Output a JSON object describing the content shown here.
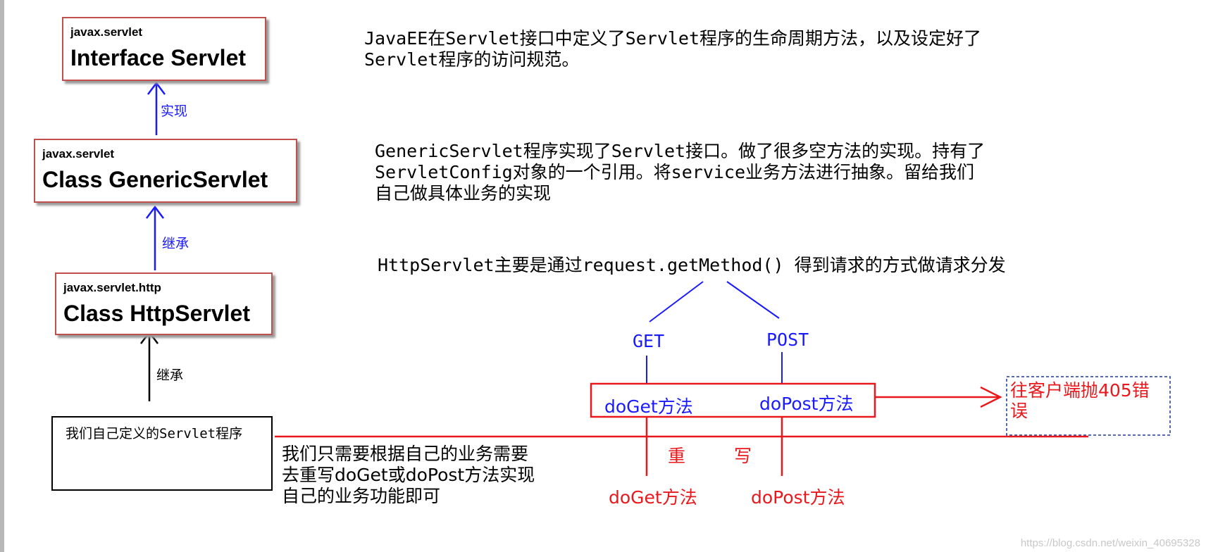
{
  "boxes": {
    "servlet": {
      "package": "javax.servlet",
      "name": "Interface Servlet"
    },
    "generic": {
      "package": "javax.servlet",
      "name": "Class GenericServlet"
    },
    "http": {
      "package": "javax.servlet.http",
      "name": "Class HttpServlet"
    },
    "custom": {
      "text": "我们自己定义的Servlet程序"
    }
  },
  "arrows": {
    "implement": "实现",
    "inherit1": "继承",
    "inherit2": "继承"
  },
  "descriptions": {
    "servlet": "JavaEE在Servlet接口中定义了Servlet程序的生命周期方法，以及设定好了\nServlet程序的访问规范。",
    "generic": "GenericServlet程序实现了Servlet接口。做了很多空方法的实现。持有了\nServletConfig对象的一个引用。将service业务方法进行抽象。留给我们\n自己做具体业务的实现",
    "http": "HttpServlet主要是通过request.getMethod() 得到请求的方式做请求分发",
    "custom": "我们只需要根据自己的业务需要\n去重写doGet或doPost方法实现\n自己的业务功能即可"
  },
  "methods": {
    "get": "GET",
    "post": "POST",
    "doget_box": "doGet方法",
    "dopost_box": "doPost方法",
    "error": "往客户端抛405错\n误",
    "override_left": "重",
    "override_right": "写",
    "doget_override": "doGet方法",
    "dopost_override": "doPost方法"
  },
  "watermark": "https://blog.csdn.net/weixin_40695328",
  "colors": {
    "blue": "#1a1aff",
    "red": "#e8181c",
    "box_border": "#c0504d",
    "black": "#000000"
  }
}
